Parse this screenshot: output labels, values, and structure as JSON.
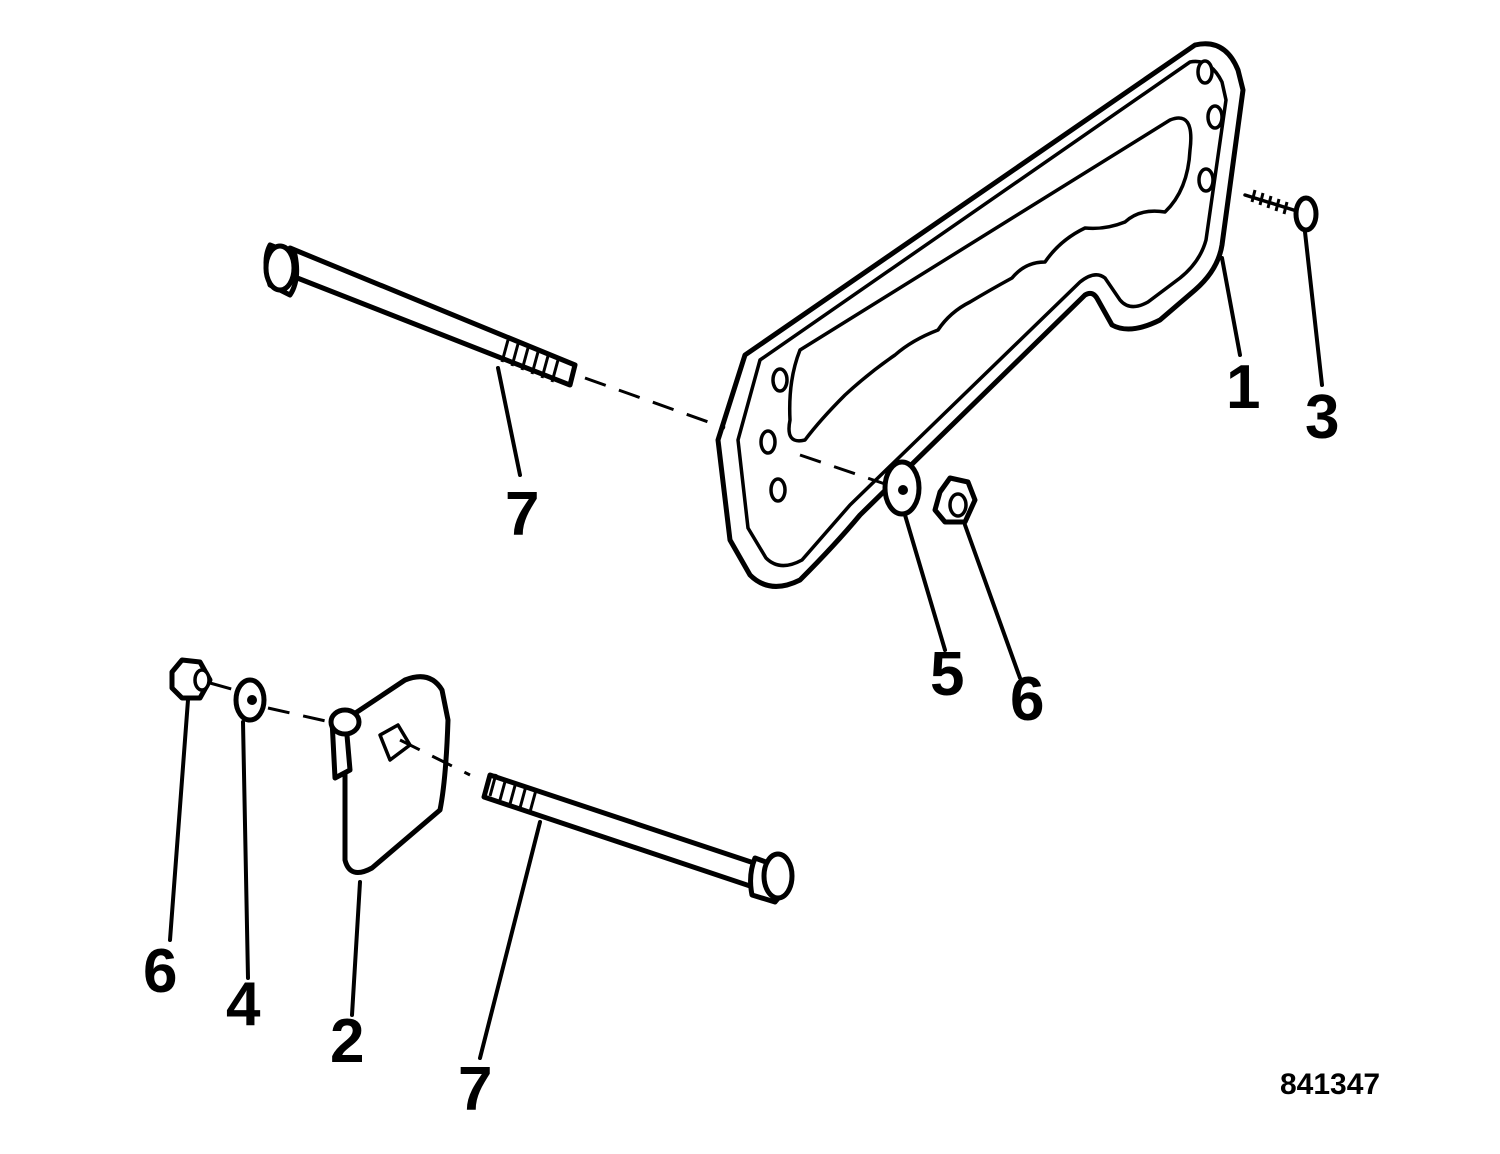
{
  "callouts": {
    "c1": "1",
    "c2": "2",
    "c3": "3",
    "c4": "4",
    "c5": "5",
    "c6_upper": "6",
    "c6_lower": "6",
    "c7_upper": "7",
    "c7_lower": "7"
  },
  "figure_number": "841347",
  "colors": {
    "line": "#000000",
    "background": "#ffffff"
  }
}
